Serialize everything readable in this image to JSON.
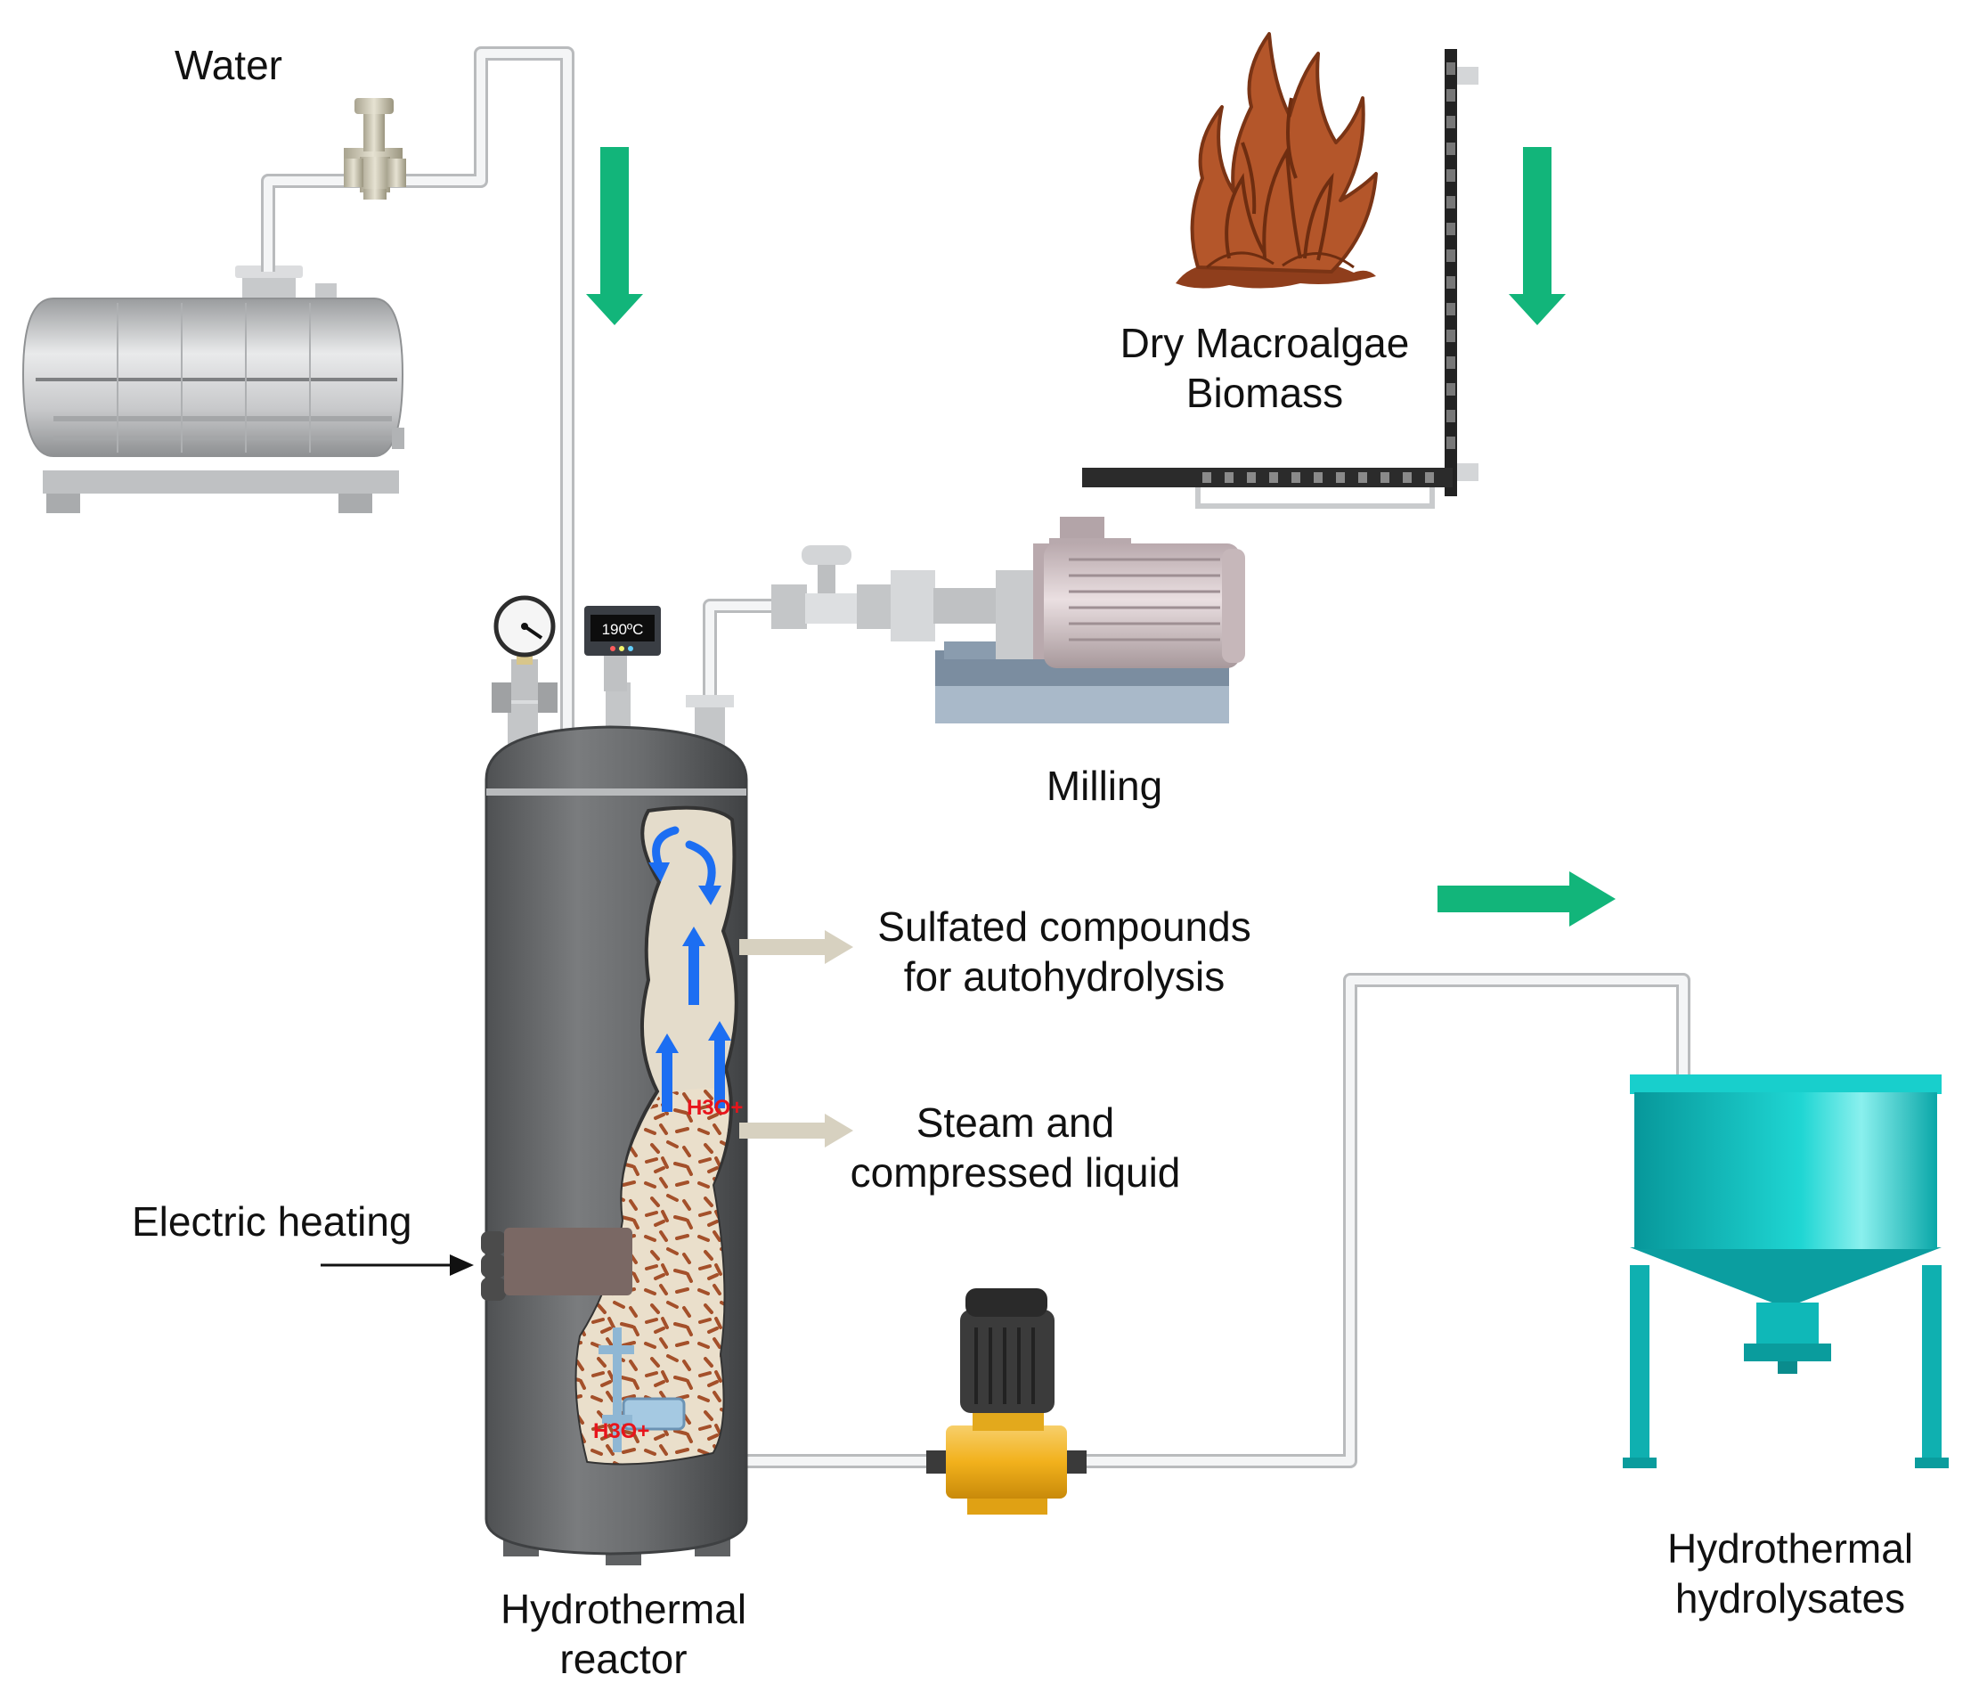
{
  "labels": {
    "water": "Water",
    "biomass": [
      "Dry Macroalgae",
      "Biomass"
    ],
    "milling": "Milling",
    "sulfated": [
      "Sulfated compounds",
      "for autohydrolysis"
    ],
    "steam": [
      "Steam and",
      "compressed liquid"
    ],
    "heating": "Electric heating",
    "reactor": [
      "Hydrothermal",
      "reactor"
    ],
    "hydrolysates": [
      "Hydrothermal",
      "hydrolysates"
    ]
  },
  "temperature_display": "190ºC",
  "chemical_label": "H3O+",
  "colors": {
    "flow_arrow": "#12b57a",
    "reactor_body": "#6d6f71",
    "collector_tank": "#13c4c2",
    "pump_body": "#f3b21c",
    "biomass": "#b4562a",
    "circulation_arrow": "#1c6ef2",
    "chemical_text": "#e8141b"
  }
}
